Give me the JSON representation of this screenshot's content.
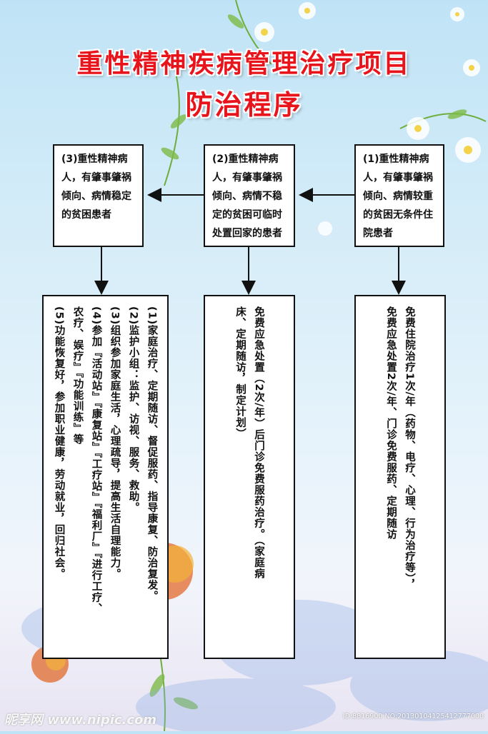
{
  "title": {
    "line1": "重性精神疾病管理治疗项目",
    "line2": "防治程序"
  },
  "top_boxes": [
    {
      "text": "(1)重性精神病人，有肇事肇祸倾向、病情较重的贫困无条件住院患者"
    },
    {
      "text": "(2)重性精神病人，有肇事肇祸倾向、病情不稳定的贫困可临时处置回家的患者"
    },
    {
      "text": "(3)重性精神病人，有肇事肇祸倾向、病情稳定的贫困患者"
    }
  ],
  "bottom_boxes": [
    {
      "lines": [
        "免费住院治疗1次/年（药物、电疗、心理、行为治疗等），",
        "免费应急处置2次/年、门诊免费服药、定期随访"
      ]
    },
    {
      "lines": [
        "免费应急处置（2次/年）后门诊免费服药治疗。（家庭病",
        "床、定期随访，制定计划）"
      ]
    },
    {
      "lines": [
        "(1)家庭治疗、定期随访、督促服药、指导康复、防治复发。",
        "(2)监护小组：监护、访视、服务、救助。",
        "(3)组织参加家庭生活，心理疏导，提高生活自理能力。",
        "(4)参加『活动站』『康复站』『工疗站』『福利厂』『进行工疗、",
        "农疗、娱疗』『功能训练』等",
        "(5)功能恢复好，参加职业健康，劳动就业，回归社会。"
      ]
    }
  ],
  "watermark": {
    "left": "昵享网 www.nipic.com",
    "right": "ID:8816900 NO:20130104125412777000"
  },
  "colors": {
    "title": "#e8141c",
    "border": "#111111",
    "background_top": "#bfe3f6"
  }
}
